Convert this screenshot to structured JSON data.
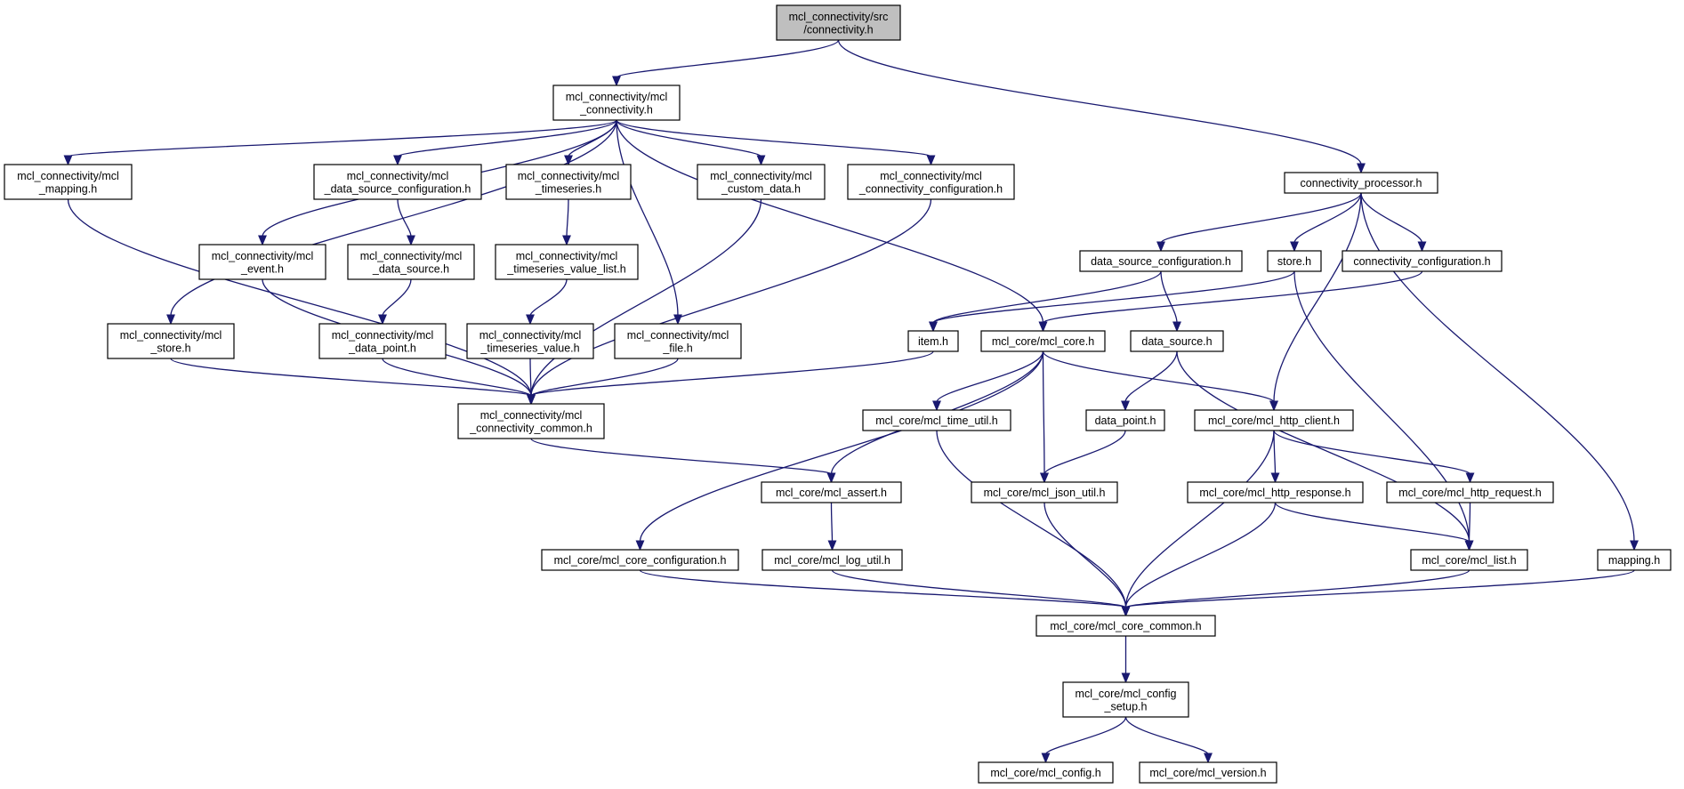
{
  "diagram": {
    "type": "include-dependency-graph",
    "colors": {
      "edge": "#191970",
      "node_border": "#000000",
      "root_fill": "#bfbfbf",
      "node_fill": "#ffffff"
    },
    "nodes": [
      {
        "id": "root",
        "lines": [
          "mcl_connectivity/src",
          "/connectivity.h"
        ]
      },
      {
        "id": "mcl_connectivity",
        "lines": [
          "mcl_connectivity/mcl",
          "_connectivity.h"
        ]
      },
      {
        "id": "mcl_mapping",
        "lines": [
          "mcl_connectivity/mcl",
          "_mapping.h"
        ]
      },
      {
        "id": "mcl_dsc",
        "lines": [
          "mcl_connectivity/mcl",
          "_data_source_configuration.h"
        ]
      },
      {
        "id": "mcl_timeseries",
        "lines": [
          "mcl_connectivity/mcl",
          "_timeseries.h"
        ]
      },
      {
        "id": "mcl_custom_data",
        "lines": [
          "mcl_connectivity/mcl",
          "_custom_data.h"
        ]
      },
      {
        "id": "mcl_conn_cfg",
        "lines": [
          "mcl_connectivity/mcl",
          "_connectivity_configuration.h"
        ]
      },
      {
        "id": "mcl_event",
        "lines": [
          "mcl_connectivity/mcl",
          "_event.h"
        ]
      },
      {
        "id": "mcl_data_source",
        "lines": [
          "mcl_connectivity/mcl",
          "_data_source.h"
        ]
      },
      {
        "id": "mcl_ts_value_list",
        "lines": [
          "mcl_connectivity/mcl",
          "_timeseries_value_list.h"
        ]
      },
      {
        "id": "mcl_store",
        "lines": [
          "mcl_connectivity/mcl",
          "_store.h"
        ]
      },
      {
        "id": "mcl_data_point",
        "lines": [
          "mcl_connectivity/mcl",
          "_data_point.h"
        ]
      },
      {
        "id": "mcl_ts_value",
        "lines": [
          "mcl_connectivity/mcl",
          "_timeseries_value.h"
        ]
      },
      {
        "id": "mcl_file",
        "lines": [
          "mcl_connectivity/mcl",
          "_file.h"
        ]
      },
      {
        "id": "mcl_conn_common",
        "lines": [
          "mcl_connectivity/mcl",
          "_connectivity_common.h"
        ]
      },
      {
        "id": "processor",
        "lines": [
          "connectivity_processor.h"
        ]
      },
      {
        "id": "dsc",
        "lines": [
          "data_source_configuration.h"
        ]
      },
      {
        "id": "store",
        "lines": [
          "store.h"
        ]
      },
      {
        "id": "conn_cfg",
        "lines": [
          "connectivity_configuration.h"
        ]
      },
      {
        "id": "item",
        "lines": [
          "item.h"
        ]
      },
      {
        "id": "mcl_core",
        "lines": [
          "mcl_core/mcl_core.h"
        ]
      },
      {
        "id": "data_source",
        "lines": [
          "data_source.h"
        ]
      },
      {
        "id": "time_util",
        "lines": [
          "mcl_core/mcl_time_util.h"
        ]
      },
      {
        "id": "data_point",
        "lines": [
          "data_point.h"
        ]
      },
      {
        "id": "http_client",
        "lines": [
          "mcl_core/mcl_http_client.h"
        ]
      },
      {
        "id": "assert",
        "lines": [
          "mcl_core/mcl_assert.h"
        ]
      },
      {
        "id": "json_util",
        "lines": [
          "mcl_core/mcl_json_util.h"
        ]
      },
      {
        "id": "http_response",
        "lines": [
          "mcl_core/mcl_http_response.h"
        ]
      },
      {
        "id": "http_request",
        "lines": [
          "mcl_core/mcl_http_request.h"
        ]
      },
      {
        "id": "core_cfg",
        "lines": [
          "mcl_core/mcl_core_configuration.h"
        ]
      },
      {
        "id": "log_util",
        "lines": [
          "mcl_core/mcl_log_util.h"
        ]
      },
      {
        "id": "list",
        "lines": [
          "mcl_core/mcl_list.h"
        ]
      },
      {
        "id": "mapping",
        "lines": [
          "mapping.h"
        ]
      },
      {
        "id": "core_common",
        "lines": [
          "mcl_core/mcl_core_common.h"
        ]
      },
      {
        "id": "config_setup",
        "lines": [
          "mcl_core/mcl_config",
          "_setup.h"
        ]
      },
      {
        "id": "config",
        "lines": [
          "mcl_core/mcl_config.h"
        ]
      },
      {
        "id": "version",
        "lines": [
          "mcl_core/mcl_version.h"
        ]
      }
    ],
    "edges": [
      [
        "root",
        "mcl_connectivity"
      ],
      [
        "root",
        "processor"
      ],
      [
        "mcl_connectivity",
        "mcl_mapping"
      ],
      [
        "mcl_connectivity",
        "mcl_dsc"
      ],
      [
        "mcl_connectivity",
        "mcl_timeseries"
      ],
      [
        "mcl_connectivity",
        "mcl_custom_data"
      ],
      [
        "mcl_connectivity",
        "mcl_conn_cfg"
      ],
      [
        "mcl_connectivity",
        "mcl_event"
      ],
      [
        "mcl_connectivity",
        "mcl_store"
      ],
      [
        "mcl_connectivity",
        "mcl_file"
      ],
      [
        "mcl_connectivity",
        "mcl_core"
      ],
      [
        "mcl_mapping",
        "mcl_conn_common"
      ],
      [
        "mcl_dsc",
        "mcl_data_source"
      ],
      [
        "mcl_timeseries",
        "mcl_ts_value_list"
      ],
      [
        "mcl_custom_data",
        "mcl_conn_common"
      ],
      [
        "mcl_conn_cfg",
        "mcl_conn_common"
      ],
      [
        "mcl_event",
        "mcl_conn_common"
      ],
      [
        "mcl_data_source",
        "mcl_data_point"
      ],
      [
        "mcl_ts_value_list",
        "mcl_ts_value"
      ],
      [
        "mcl_store",
        "mcl_conn_common"
      ],
      [
        "mcl_data_point",
        "mcl_conn_common"
      ],
      [
        "mcl_ts_value",
        "mcl_conn_common"
      ],
      [
        "mcl_file",
        "mcl_conn_common"
      ],
      [
        "mcl_conn_common",
        "assert"
      ],
      [
        "processor",
        "dsc"
      ],
      [
        "processor",
        "store"
      ],
      [
        "processor",
        "conn_cfg"
      ],
      [
        "processor",
        "http_client"
      ],
      [
        "processor",
        "mapping"
      ],
      [
        "dsc",
        "item"
      ],
      [
        "dsc",
        "data_source"
      ],
      [
        "store",
        "item"
      ],
      [
        "store",
        "list"
      ],
      [
        "conn_cfg",
        "mcl_core"
      ],
      [
        "item",
        "mcl_conn_common"
      ],
      [
        "mcl_core",
        "core_cfg"
      ],
      [
        "mcl_core",
        "assert"
      ],
      [
        "mcl_core",
        "time_util"
      ],
      [
        "mcl_core",
        "json_util"
      ],
      [
        "mcl_core",
        "http_client"
      ],
      [
        "data_source",
        "data_point"
      ],
      [
        "data_source",
        "list"
      ],
      [
        "data_point",
        "json_util"
      ],
      [
        "time_util",
        "core_common"
      ],
      [
        "http_client",
        "core_common"
      ],
      [
        "http_client",
        "http_response"
      ],
      [
        "http_client",
        "http_request"
      ],
      [
        "assert",
        "log_util"
      ],
      [
        "json_util",
        "core_common"
      ],
      [
        "http_response",
        "core_common"
      ],
      [
        "http_response",
        "list"
      ],
      [
        "http_request",
        "list"
      ],
      [
        "core_cfg",
        "core_common"
      ],
      [
        "log_util",
        "core_common"
      ],
      [
        "list",
        "core_common"
      ],
      [
        "mapping",
        "core_common"
      ],
      [
        "core_common",
        "config_setup"
      ],
      [
        "config_setup",
        "config"
      ],
      [
        "config_setup",
        "version"
      ]
    ]
  }
}
